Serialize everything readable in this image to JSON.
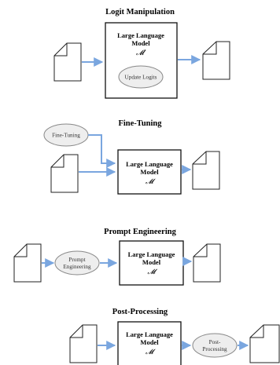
{
  "panels": [
    {
      "title": "Logit Manipulation",
      "model_line1": "Large Language",
      "model_line2": "Model",
      "model_symbol": "𝓜′",
      "method": "Update Logits"
    },
    {
      "title": "Fine-Tuning",
      "model_line1": "Large Language",
      "model_line2": "Model",
      "model_symbol": "𝓜",
      "method": "Fine-Tuning"
    },
    {
      "title": "Prompt Engineering",
      "model_line1": "Large Language",
      "model_line2": "Model",
      "model_symbol": "𝓜",
      "method_line1": "Prompt",
      "method_line2": "Engineering"
    },
    {
      "title": "Post-Processing",
      "model_line1": "Large Language",
      "model_line2": "Model",
      "model_symbol": "𝓜",
      "method_line1": "Post-",
      "method_line2": "Processing"
    }
  ],
  "colors": {
    "arrow": "#7aa6df",
    "ellipse_fill": "#eeeeee"
  },
  "icons": {
    "document": "document-icon"
  }
}
